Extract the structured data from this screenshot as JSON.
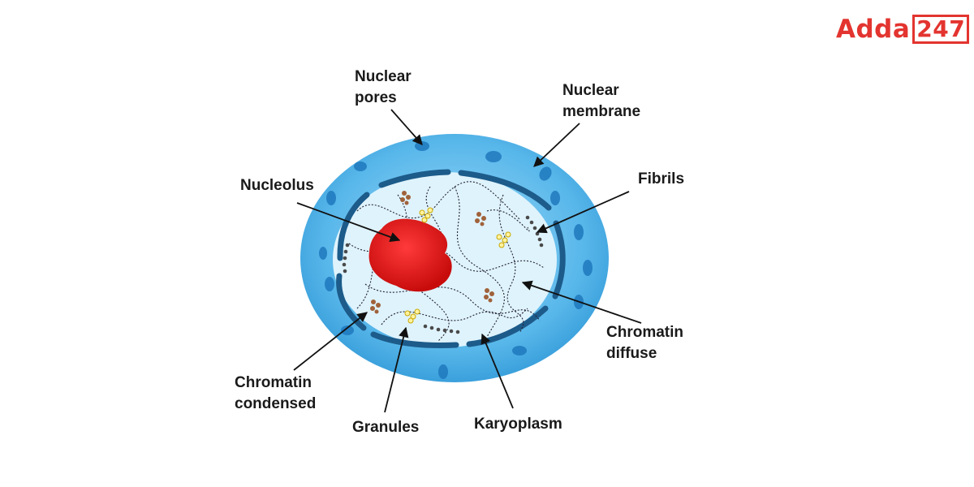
{
  "logo": {
    "word": "Adda",
    "number": "247"
  },
  "labels": {
    "nuclear_pores": "Nuclear\npores",
    "nuclear_membrane": "Nuclear\nmembrane",
    "nucleolus": "Nucleolus",
    "fibrils": "Fibrils",
    "chromatin_diffuse": "Chromatin\ndiffuse",
    "chromatin_condensed": "Chromatin\ncondensed",
    "granules": "Granules",
    "karyoplasm": "Karyoplasm"
  },
  "colors": {
    "membrane_outer": "#3aa6e0",
    "membrane_light": "#8fd0f4",
    "karyoplasm": "#d8f0fb",
    "inner_ring": "#1c5b8a",
    "nucleolus": "#e01414",
    "granule": "#f2d21b",
    "fibril": "#555555",
    "logo": "#e3342f"
  }
}
